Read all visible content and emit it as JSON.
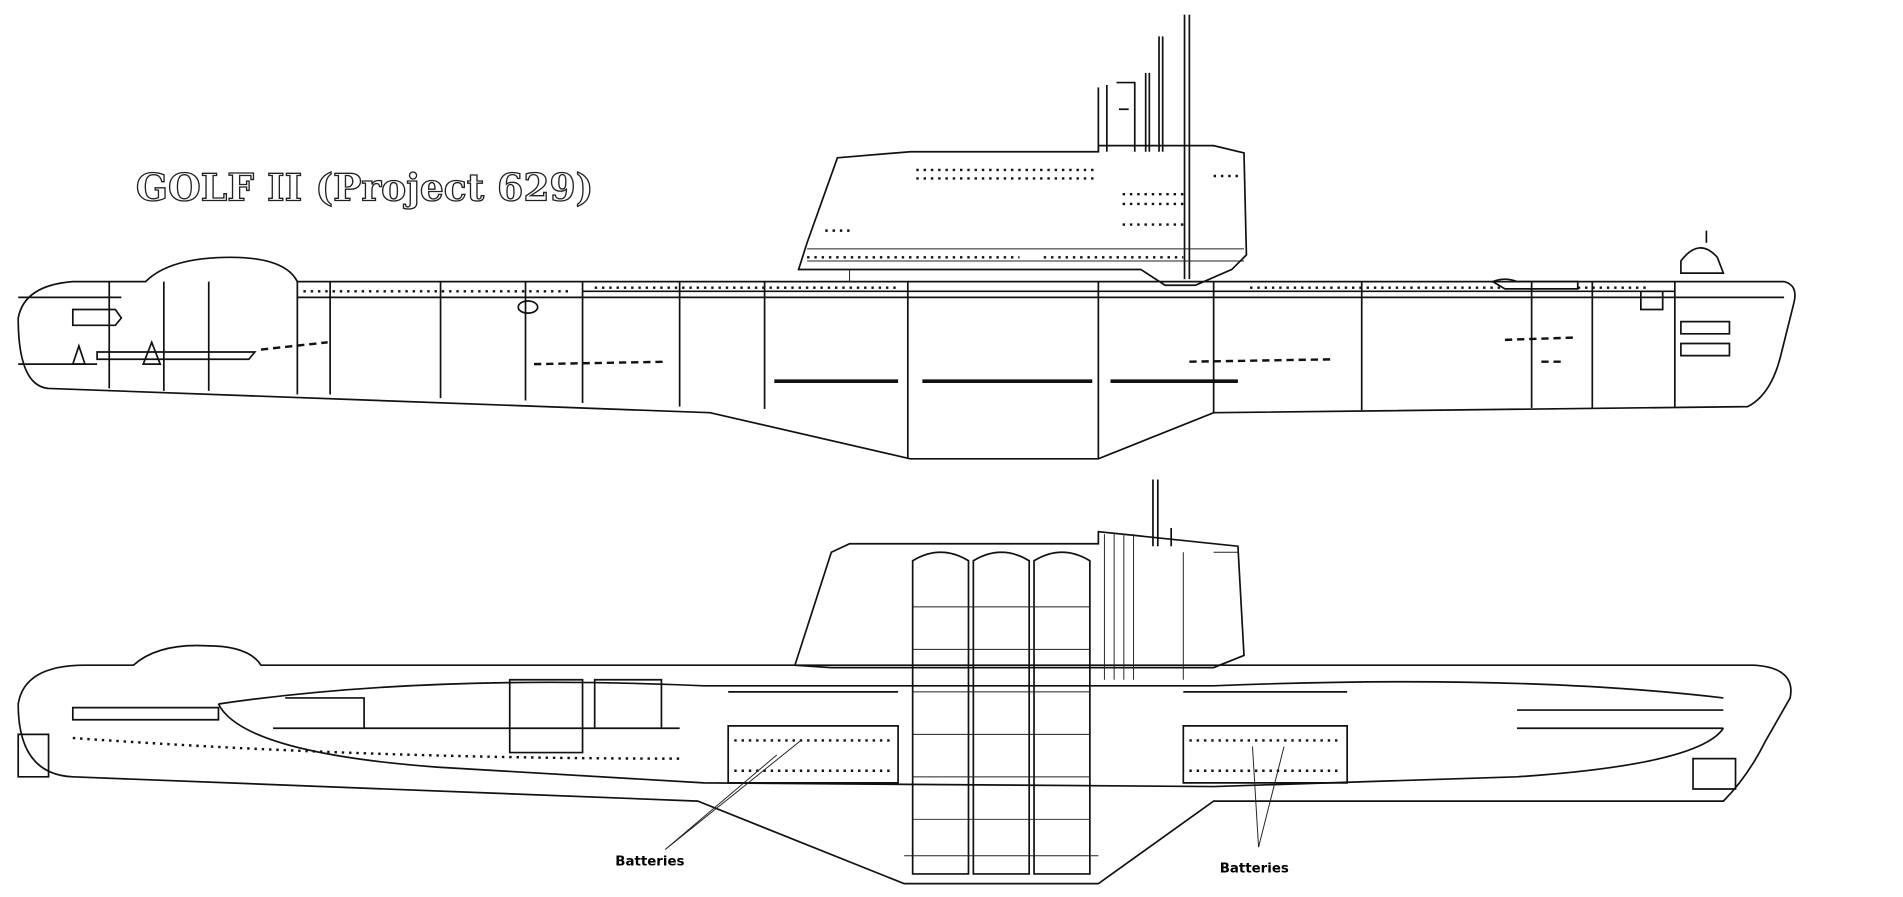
{
  "title": "GOLF II (Project 629)",
  "labels": {
    "batteries_left": "Batteries",
    "batteries_right": "Batteries"
  }
}
